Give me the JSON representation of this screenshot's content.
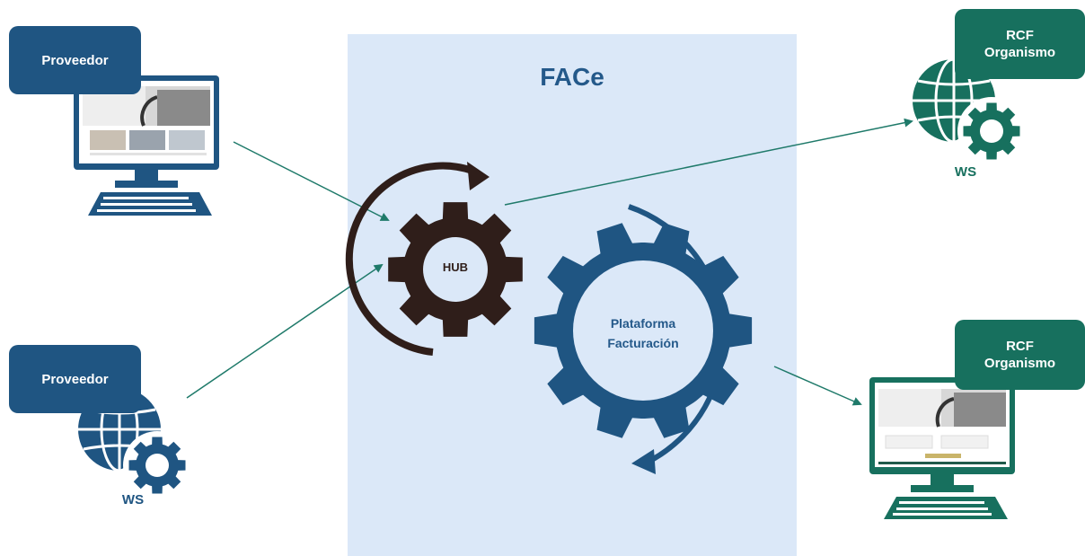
{
  "face": {
    "title": "FACe"
  },
  "hub": {
    "label": "HUB"
  },
  "plataforma": {
    "line1": "Plataforma",
    "line2": "Facturación"
  },
  "proveedor_web": {
    "label": "Proveedor"
  },
  "proveedor_ws": {
    "label": "Proveedor",
    "ws": "WS"
  },
  "rcf_ws": {
    "line1": "RCF",
    "line2": "Organismo",
    "ws": "WS"
  },
  "rcf_web": {
    "line1": "RCF",
    "line2": "Organismo"
  },
  "colors": {
    "panel": "#dbe8f8",
    "navy": "#1f5582",
    "teal": "#17705e",
    "hub_gear": "#2f1e1a",
    "platform_gear": "#1f5582",
    "arrow": "#1f7a6a"
  }
}
